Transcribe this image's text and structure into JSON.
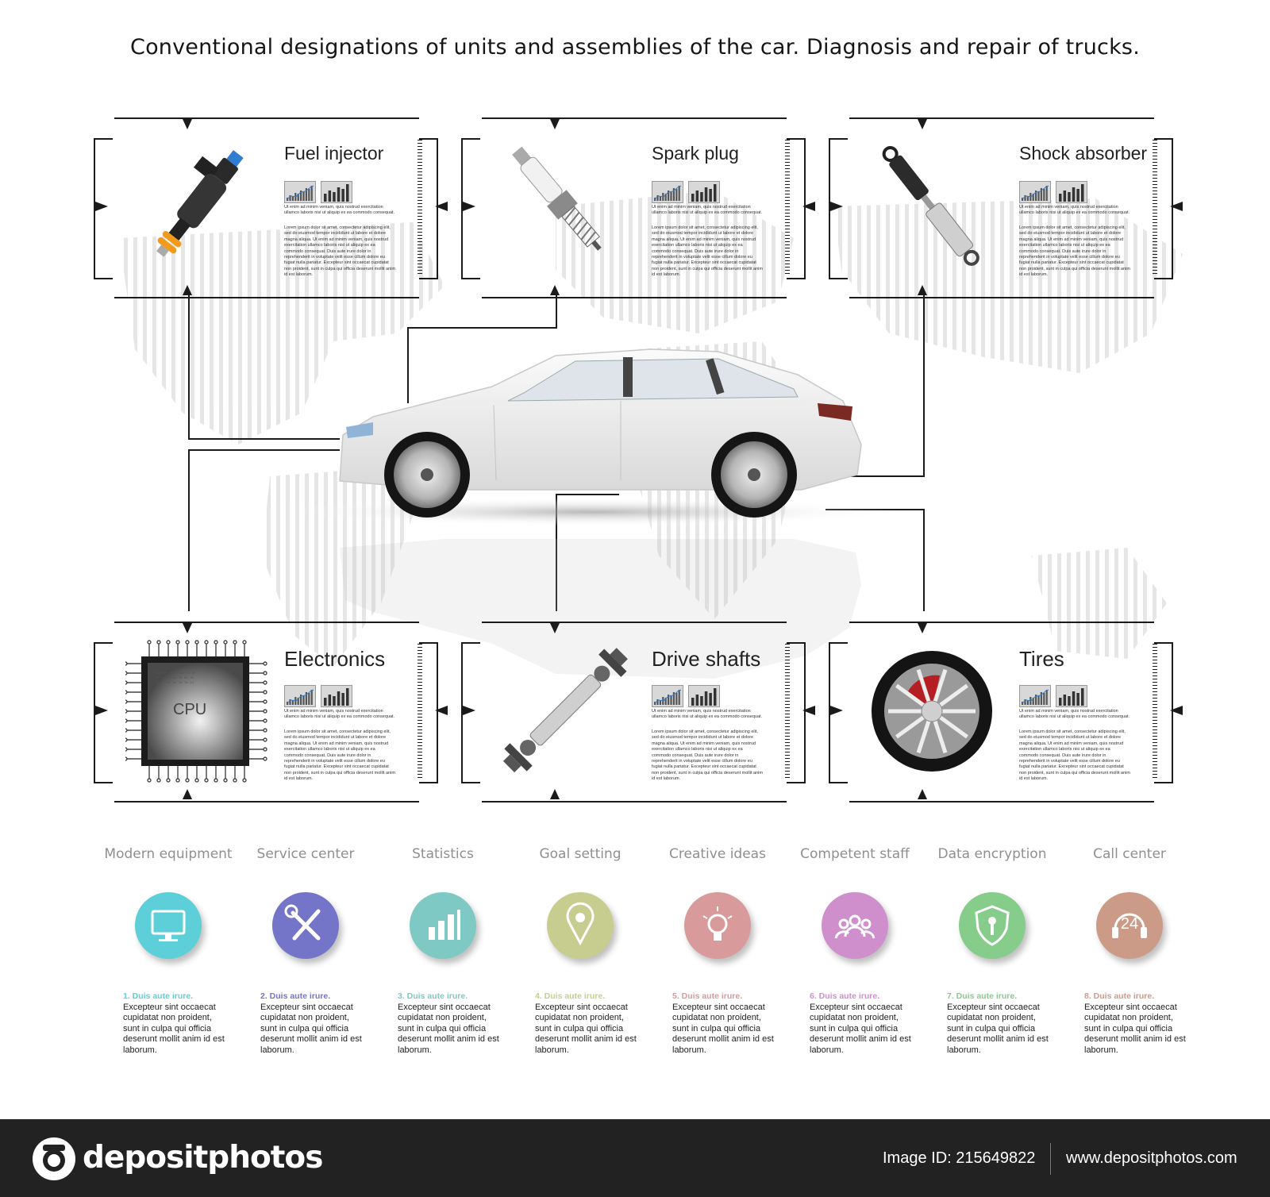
{
  "title": "Conventional designations of units and assemblies of the car. Diagnosis and repair of trucks.",
  "panels": [
    {
      "label": "Fuel injector",
      "icon": "fuel-injector-icon"
    },
    {
      "label": "Spark plug",
      "icon": "spark-plug-icon"
    },
    {
      "label": "Shock absorber",
      "icon": "shock-absorber-icon"
    },
    {
      "label": "Electronics",
      "icon": "cpu-chip-icon",
      "chip_label": "CPU"
    },
    {
      "label": "Drive shafts",
      "icon": "drive-shaft-icon"
    },
    {
      "label": "Tires",
      "icon": "tire-wheel-icon"
    }
  ],
  "panel_text": {
    "short": "Ut enim ad minim veniam, quis nostrud exercitation ullamco laboris nisi ut aliquip ex ea commodo consequat.",
    "long": "Lorem ipsum dolor sit amet, consectetur adipiscing elit, sed do eiusmod tempor incididunt ut labore et dolore magna aliqua. Ut enim ad minim veniam, quis nostrud exercitation ullamco laboris nisi ut aliquip ex ea commodo consequat. Duis aute irure dolor in reprehenderit in voluptate velit esse cillum dolore eu fugiat nulla pariatur. Excepteur sint occaecat cupidatat non proident, sunt in culpa qui officia deserunt mollit anim id est laborum."
  },
  "features": [
    {
      "label": "Modern equipment",
      "color": "#5ccfd8",
      "icon": "monitor-icon",
      "heading": "1.  Duis aute irure.",
      "text": "Excepteur sint occaecat cupidatat non proident, sunt in culpa qui officia deserunt mollit anim id est laborum."
    },
    {
      "label": "Service center",
      "color": "#7474c9",
      "icon": "wrench-screwdriver-icon",
      "heading": "2.  Duis aute irure.",
      "text": "Excepteur sint occaecat cupidatat non proident, sunt in culpa qui officia deserunt mollit anim id est laborum."
    },
    {
      "label": "Statistics",
      "color": "#7ec9c3",
      "icon": "bar-chart-icon",
      "heading": "3.  Duis aute irure.",
      "text": "Excepteur sint occaecat cupidatat non proident, sunt in culpa qui officia deserunt mollit anim id est laborum."
    },
    {
      "label": "Goal setting",
      "color": "#c6cd8f",
      "icon": "map-pin-icon",
      "heading": "4.  Duis aute irure.",
      "text": "Excepteur sint occaecat cupidatat non proident, sunt in culpa qui officia deserunt mollit anim id est laborum."
    },
    {
      "label": "Creative ideas",
      "color": "#d89a9a",
      "icon": "light-bulb-icon",
      "heading": "5.  Duis aute irure.",
      "text": "Excepteur sint occaecat cupidatat non proident, sunt in culpa qui officia deserunt mollit anim id est laborum."
    },
    {
      "label": "Competent staff",
      "color": "#cf8fcd",
      "icon": "team-icon",
      "heading": "6.  Duis aute irure.",
      "text": "Excepteur sint occaecat cupidatat non proident, sunt in culpa qui officia deserunt mollit anim id est laborum."
    },
    {
      "label": "Data encryption",
      "color": "#86cc8a",
      "icon": "shield-key-icon",
      "heading": "7.  Duis aute irure.",
      "text": "Excepteur sint occaecat cupidatat non proident, sunt in culpa qui officia deserunt mollit anim id est laborum."
    },
    {
      "label": "Call center",
      "color": "#cc9b88",
      "icon": "headset-24-icon",
      "heading": "8.  Duis aute irure.",
      "text": "Excepteur sint occaecat cupidatat non proident, sunt in culpa qui officia deserunt mollit anim id est laborum.",
      "badge": "24"
    }
  ],
  "footer": {
    "brand": "depositphotos",
    "image_id": "Image ID: 215649822",
    "site": "www.depositphotos.com"
  }
}
